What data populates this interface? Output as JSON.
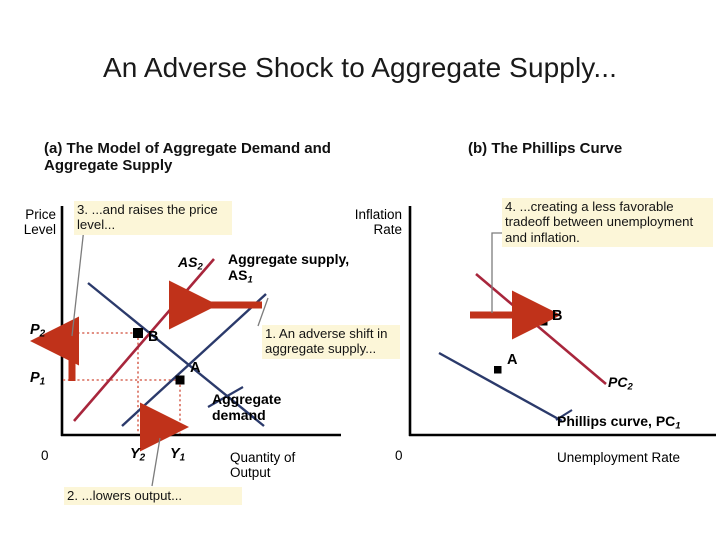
{
  "slide": {
    "title": "An Adverse Shock to Aggregate Supply..."
  },
  "panel_a": {
    "heading": "(a) The Model of Aggregate Demand and Aggregate Supply",
    "y_axis_label": "Price Level",
    "x_axis_label": "Quantity of Output",
    "origin_label": "0",
    "y_ticks": [
      "P",
      "P"
    ],
    "y_tick_1": "P",
    "y_tick_1_sub": "2",
    "y_tick_2": "P",
    "y_tick_2_sub": "1",
    "x_tick_1": "Y",
    "x_tick_1_sub": "2",
    "x_tick_2": "Y",
    "x_tick_2_sub": "1",
    "curve_as2": "AS",
    "curve_as2_sub": "2",
    "curve_as1": "Aggregate supply, AS",
    "curve_as1_sub": "1",
    "curve_ad": "Aggregate demand",
    "point_b": "B",
    "point_a": "A",
    "callout_3": "3. ...and raises the price level...",
    "callout_1": "1. An adverse shift in aggregate supply...",
    "callout_2": "2. ...lowers output..."
  },
  "panel_b": {
    "heading": "(b) The Phillips Curve",
    "y_axis_label": "Inflation Rate",
    "x_axis_label": "Unemployment Rate",
    "origin_label": "0",
    "curve_pc2": "PC",
    "curve_pc2_sub": "2",
    "curve_pc1": "Phillips curve, PC",
    "curve_pc1_sub": "1",
    "point_a": "A",
    "point_b": "B",
    "callout_4": "4. ...creating a less favorable tradeoff between unemployment and inflation."
  },
  "colors": {
    "arrow_red": "#c0321a",
    "curve_shifted_red": "#a8263c",
    "curve_navy": "#2b3a6b",
    "axis_black": "#000000",
    "callout_bg": "#fcf6d8",
    "dotted_guide": "#d86a5a"
  },
  "chart_data": [
    {
      "type": "line",
      "title": "(a) The Model of Aggregate Demand and Aggregate Supply",
      "xlabel": "Quantity of Output",
      "ylabel": "Price Level",
      "series": [
        {
          "name": "Aggregate demand",
          "x": [
            0.1,
            0.72
          ],
          "y": [
            0.93,
            0.05
          ]
        },
        {
          "name": "Aggregate supply, AS1",
          "x": [
            0.22,
            0.73
          ],
          "y": [
            0.05,
            0.88
          ]
        },
        {
          "name": "AS2",
          "x": [
            0.05,
            0.55
          ],
          "y": [
            0.07,
            1.0
          ]
        }
      ],
      "points": [
        {
          "label": "A",
          "x": 0.42,
          "y": 0.24,
          "tick_x": "Y1",
          "tick_y": "P1"
        },
        {
          "label": "B",
          "x": 0.27,
          "y": 0.45,
          "tick_x": "Y2",
          "tick_y": "P2"
        }
      ],
      "annotations": [
        "3. ...and raises the price level...",
        "1. An adverse shift in aggregate supply...",
        "2. ...lowers output..."
      ]
    },
    {
      "type": "line",
      "title": "(b) The Phillips Curve",
      "xlabel": "Unemployment Rate",
      "ylabel": "Inflation Rate",
      "series": [
        {
          "name": "Phillips curve, PC1",
          "x": [
            0.1,
            0.5
          ],
          "y": [
            0.47,
            0.06
          ]
        },
        {
          "name": "PC2",
          "x": [
            0.22,
            0.64
          ],
          "y": [
            0.97,
            0.3
          ]
        }
      ],
      "points": [
        {
          "label": "A",
          "x": 0.29,
          "y": 0.27
        },
        {
          "label": "B",
          "x": 0.44,
          "y": 0.58
        }
      ],
      "annotations": [
        "4. ...creating a less favorable tradeoff between unemployment and inflation."
      ]
    }
  ]
}
